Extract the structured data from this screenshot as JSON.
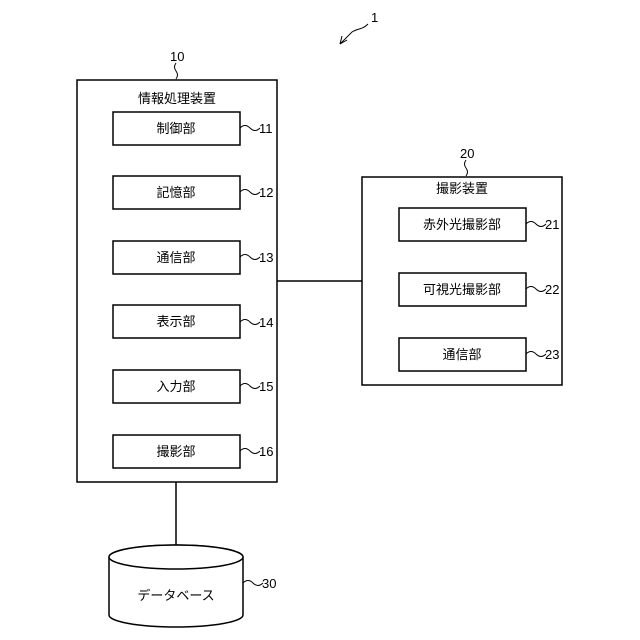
{
  "system": {
    "ref": "1"
  },
  "info_processing_device": {
    "ref": "10",
    "title": "情報処理装置",
    "units": [
      {
        "label": "制御部",
        "ref": "11"
      },
      {
        "label": "記憶部",
        "ref": "12"
      },
      {
        "label": "通信部",
        "ref": "13"
      },
      {
        "label": "表示部",
        "ref": "14"
      },
      {
        "label": "入力部",
        "ref": "15"
      },
      {
        "label": "撮影部",
        "ref": "16"
      }
    ]
  },
  "imaging_device": {
    "ref": "20",
    "title": "撮影装置",
    "units": [
      {
        "label": "赤外光撮影部",
        "ref": "21"
      },
      {
        "label": "可視光撮影部",
        "ref": "22"
      },
      {
        "label": "通信部",
        "ref": "23"
      }
    ]
  },
  "database": {
    "label": "データベース",
    "ref": "30"
  }
}
